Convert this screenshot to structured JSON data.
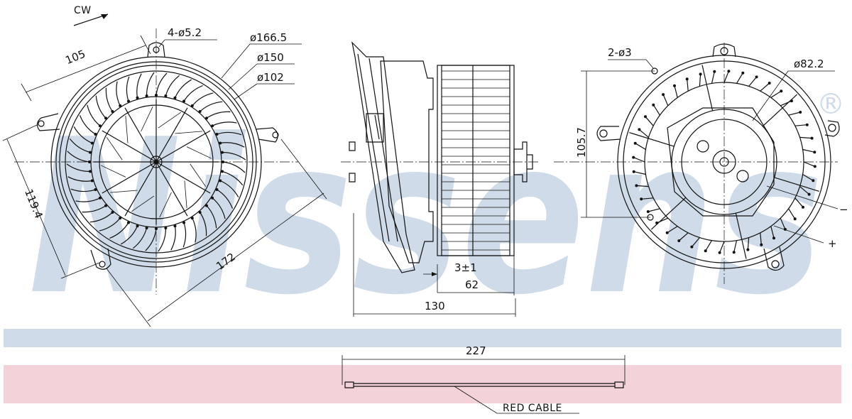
{
  "watermark": {
    "text": "Nissens",
    "registered": "®",
    "color": "#cfdbe8"
  },
  "bands": {
    "blue": "#cfdbe8",
    "pink": "#f3d3d9"
  },
  "front_view": {
    "rotation": "CW",
    "hole_spec": "4-ø5.2",
    "dia_outer": "ø166.5",
    "dia_mid": "ø150",
    "dia_inner": "ø102",
    "dim_105": "105",
    "dim_119": "119.4",
    "dim_172": "172"
  },
  "side_view": {
    "dim_gap": "3±1",
    "dim_62": "62",
    "dim_130": "130"
  },
  "rear_view": {
    "hole_spec": "2-ø3",
    "dia_hub": "ø82.2",
    "dim_105_7": "105.7",
    "terminal_minus": "−",
    "terminal_plus": "+"
  },
  "cable": {
    "length": "227",
    "label": "RED CABLE"
  }
}
